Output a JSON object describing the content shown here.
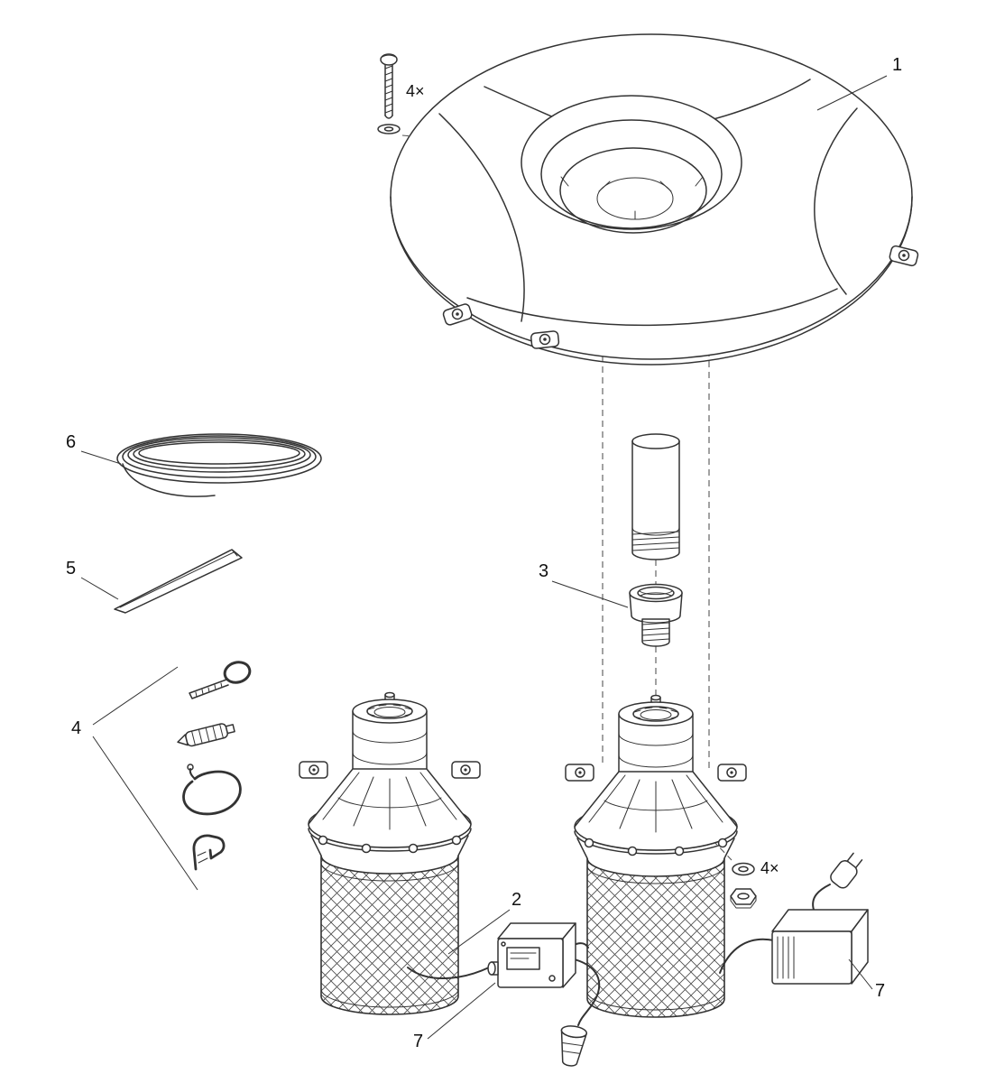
{
  "diagram": {
    "type": "exploded-parts-diagram",
    "background_color": "#ffffff",
    "line_color": "#333333",
    "callouts": {
      "part1": {
        "label": "1"
      },
      "part2": {
        "label": "2"
      },
      "part3": {
        "label": "3"
      },
      "part4": {
        "label": "4"
      },
      "part5": {
        "label": "5"
      },
      "part6": {
        "label": "6"
      },
      "part7a": {
        "label": "7"
      },
      "part7b": {
        "label": "7"
      },
      "screw_qty": {
        "label": "4×"
      },
      "washer_qty": {
        "label": "4×"
      }
    }
  }
}
